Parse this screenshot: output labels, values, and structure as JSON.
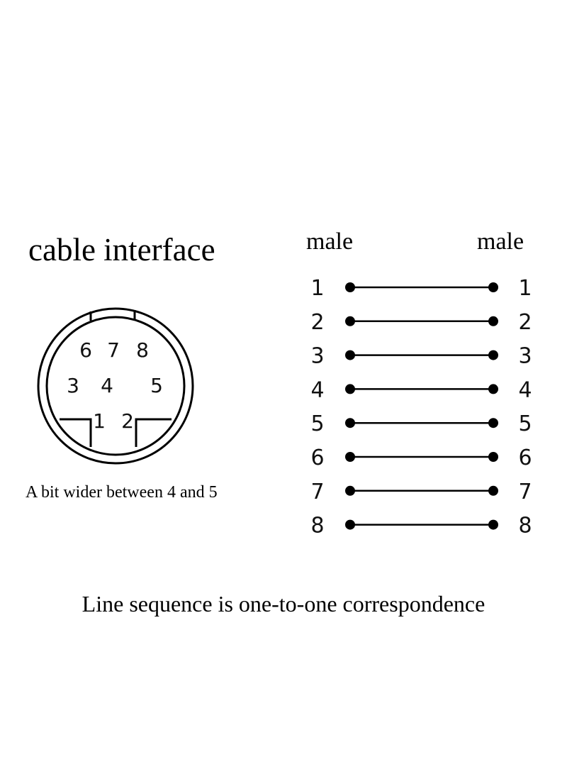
{
  "title": "cable interface",
  "left_header": "male",
  "right_header": "male",
  "connector_note": "A bit wider between 4 and 5",
  "footer": "Line sequence is one-to-one correspondence",
  "connector_pins": [
    {
      "label": "6"
    },
    {
      "label": "7"
    },
    {
      "label": "8"
    },
    {
      "label": "3"
    },
    {
      "label": "4"
    },
    {
      "label": "5"
    },
    {
      "label": "1"
    },
    {
      "label": "2"
    }
  ],
  "wiring": [
    {
      "left": "1",
      "right": "1"
    },
    {
      "left": "2",
      "right": "2"
    },
    {
      "left": "3",
      "right": "3"
    },
    {
      "left": "4",
      "right": "4"
    },
    {
      "left": "5",
      "right": "5"
    },
    {
      "left": "6",
      "right": "6"
    },
    {
      "left": "7",
      "right": "7"
    },
    {
      "left": "8",
      "right": "8"
    }
  ]
}
